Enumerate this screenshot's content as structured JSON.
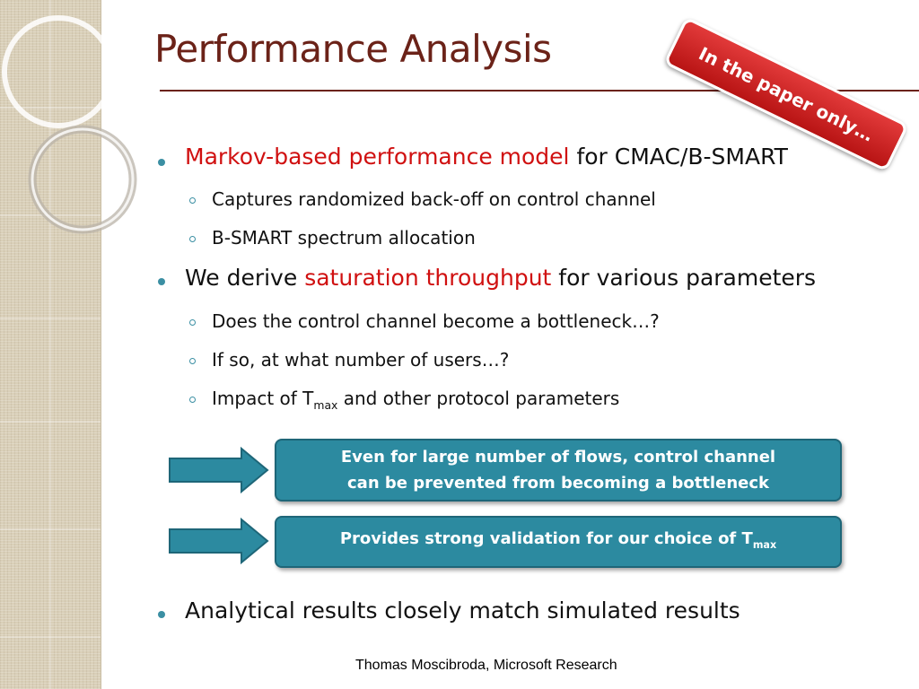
{
  "title": "Performance Analysis",
  "stamp": "In the paper only…",
  "bullets": {
    "b1_red": "Markov-based performance model",
    "b1_rest": " for CMAC/B-SMART",
    "b1_sub1": "Captures randomized back-off on control channel",
    "b1_sub2": "B-SMART spectrum allocation",
    "b2_pre": "We derive ",
    "b2_red": "saturation throughput",
    "b2_rest": " for various parameters",
    "b2_sub1": "Does the control channel become a bottleneck…?",
    "b2_sub2": "If so, at what number of users…?",
    "b2_sub3_pre": "Impact of T",
    "b2_sub3_sub": "max",
    "b2_sub3_post": " and other protocol parameters",
    "b3": "Analytical results closely match simulated results"
  },
  "callouts": {
    "box1_line1": "Even for large number of flows, control channel",
    "box1_line2": "can be prevented from becoming a bottleneck",
    "box2_pre": "Provides strong validation for our choice of  T",
    "box2_sub": "max"
  },
  "footer": "Thomas Moscibroda, Microsoft Research",
  "colors": {
    "title": "#6b2218",
    "accent_red": "#d01010",
    "bullet": "#3b8fa3",
    "box_fill": "#2c8aa0",
    "stamp": "#d42222"
  }
}
